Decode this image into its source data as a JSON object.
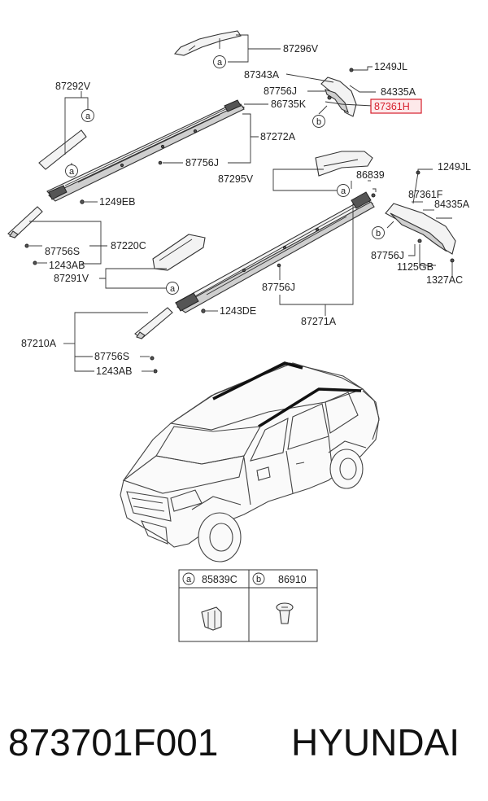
{
  "callouts": {
    "p87296V": "87296V",
    "p1249JL_top": "1249JL",
    "p87343A": "87343A",
    "p87756J_a": "87756J",
    "p84335A_top": "84335A",
    "p86735K": "86735K",
    "p87361H": "87361H",
    "p87292V": "87292V",
    "p87272A": "87272A",
    "p87756J_b": "87756J",
    "p87295V": "87295V",
    "p86839": "86839",
    "p1249JL_right": "1249JL",
    "p87361F": "87361F",
    "p84335A_right": "84335A",
    "p1249EB": "1249EB",
    "p87756S_a": "87756S",
    "p87220C": "87220C",
    "p1243AB_a": "1243AB",
    "p87291V": "87291V",
    "p87756J_c": "87756J",
    "p1125GB": "1125GB",
    "p1327AC": "1327AC",
    "p87756J_d": "87756J",
    "p1243DE": "1243DE",
    "p87271A": "87271A",
    "p87210A": "87210A",
    "p87756S_b": "87756S",
    "p1243AB_b": "1243AB"
  },
  "markers": {
    "a": "a",
    "b": "b"
  },
  "legend": {
    "a_marker": "a",
    "a_part": "85839C",
    "b_marker": "b",
    "b_part": "86910"
  },
  "highlight_color": "#d61f2c",
  "caption": {
    "part_number": "873701F001",
    "brand": "HYUNDAI"
  }
}
